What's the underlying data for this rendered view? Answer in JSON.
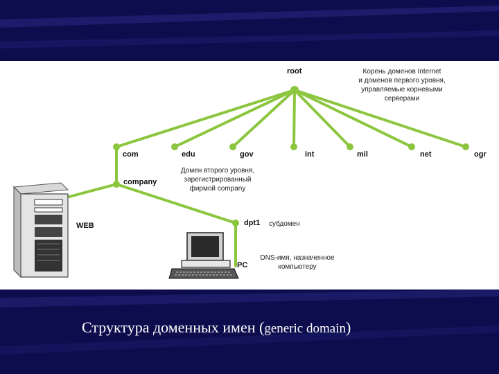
{
  "colors": {
    "background": "#0d0d4e",
    "line": "#8cc63f",
    "node": "#8cc63f",
    "caption": "#ffffff"
  },
  "diagram": {
    "root_label": "root",
    "root_note": "Корень доменов Internet\nи доменов первого уровня,\nуправляемые корневыми\nсерверами",
    "tld_labels": [
      "com",
      "edu",
      "gov",
      "int",
      "mil",
      "net",
      "ogr"
    ],
    "company_label": "company",
    "company_note": "Домен второго уровня,\nзарегистрированный\nфирмой company",
    "web_label": "WEB",
    "dpt_label": "dpt1",
    "dpt_note": "субдомен",
    "pc_label": "PC",
    "pc_note": "DNS-имя, назначенное\nкомпьютеру",
    "icons": [
      "server-icon",
      "computer-icon"
    ]
  },
  "caption": {
    "main": "Структура доменных имен (",
    "sub": "generic domain",
    "close": ")"
  }
}
